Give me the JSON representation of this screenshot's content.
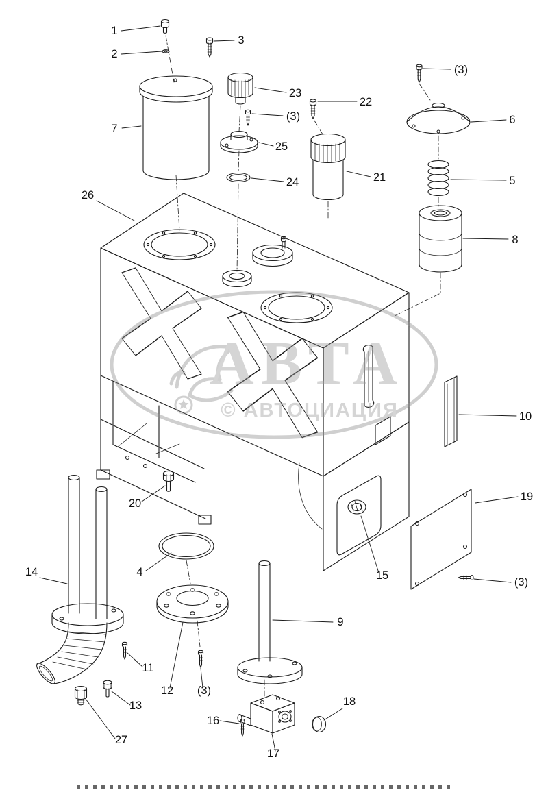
{
  "figure": {
    "background": "#ffffff",
    "line_color": "#1b1b1b"
  },
  "watermark": {
    "title": "АВТА",
    "subtitle": "© АВТОЦИАЦИЯ",
    "color": "#9c9c9c"
  },
  "callouts": [
    "1",
    "2",
    "3",
    "23",
    "(3)",
    "25",
    "24",
    "7",
    "22",
    "21",
    "(3)",
    "6",
    "5",
    "8",
    "26",
    "10",
    "20",
    "19",
    "15",
    "(3)",
    "14",
    "4",
    "11",
    "12",
    "(3)",
    "13",
    "9",
    "27",
    "16",
    "17",
    "18"
  ]
}
